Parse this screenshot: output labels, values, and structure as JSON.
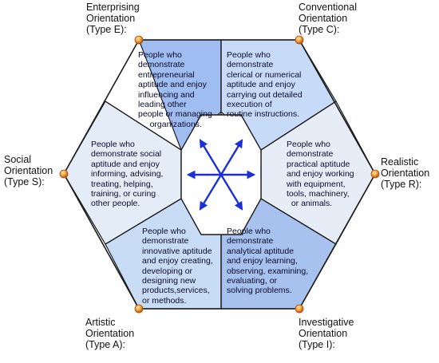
{
  "colors": {
    "outline": "#1a1a1a",
    "center_fill": "#ffffff",
    "arrow": "#1a2fd6",
    "dot": "#e8a23a",
    "dot_dark": "#b54a12"
  },
  "corners": {
    "enterprising": "Enterprising\nOrientation\n(Type E):",
    "conventional": "Conventional\nOrientation\n(Type C):",
    "social": "Social\nOrientation\n(Type S):",
    "realistic": "Realistic\nOrientation\n(Type R):",
    "artistic": "Artistic\nOrientation\n(Type A):",
    "investigative": "Investigative\nOrientation\n(Type I):"
  },
  "segments": {
    "enterprising": {
      "text": "People who\ndemonstrate\nentrepreneurial\naptitude and enjoy\ninfluencing and\nleading other\npeople or managing\n     organizations.",
      "fill": "#9fbdf0"
    },
    "conventional": {
      "text": "People who\ndemonstrate\nclerical or numerical\naptitude and enjoy\ncarrying out detailed\nexecution of\nroutine instructions.",
      "fill": "#c7dbf8"
    },
    "realistic": {
      "text": "People who\ndemonstrate\npractical aptitude\nand enjoy working\nwith equipment,\ntools, machinery,\n  or animals.",
      "fill": "#e6edf7"
    },
    "investigative": {
      "text": "People who\ndemonstrate\nanalytical aptitude\nand enjoy learning,\nobserving, examining,\nevaluating, or\nsolving problems.",
      "fill": "#a7c2ef"
    },
    "artistic": {
      "text": "People who\ndemonstrate\ninnovative aptitude\nand enjoy creating,\ndeveloping or\ndesigning new\nproducts,services,\nor methods.",
      "fill": "#c9dcf6"
    },
    "social": {
      "text": "People who\ndemonstrate social\naptitude and enjoy\ninforming, advising,\ntreating, helping,\ntraining, or curing\nother people.",
      "fill": "#e4ecf8"
    }
  }
}
